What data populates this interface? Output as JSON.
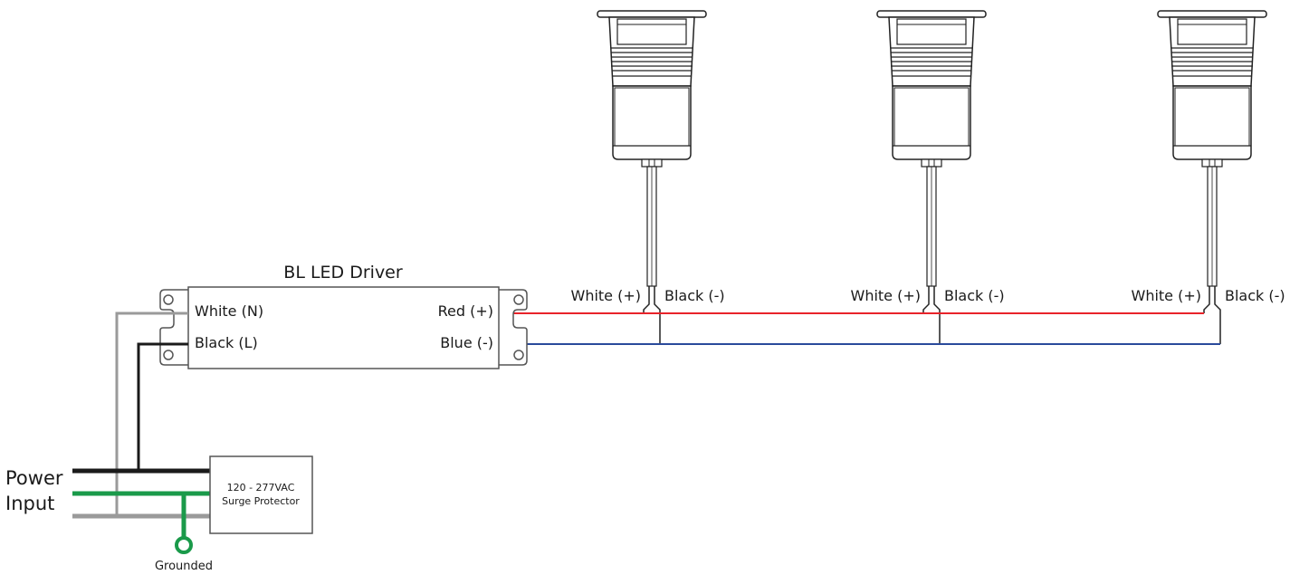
{
  "driver": {
    "title": "BL LED Driver",
    "white_label": "White (N)",
    "black_label": "Black (L)",
    "red_label": "Red (+)",
    "blue_label": "Blue (-)"
  },
  "lights": [
    {
      "white_label": "White (+)",
      "black_label": "Black (-)"
    },
    {
      "white_label": "White (+)",
      "black_label": "Black (-)"
    },
    {
      "white_label": "White (+)",
      "black_label": "Black (-)"
    }
  ],
  "surge": {
    "line1": "120 - 277VAC",
    "line2": "Surge Protector"
  },
  "power": {
    "line1": "Power",
    "line2": "Input"
  },
  "ground": {
    "label": "Grounded"
  },
  "colors": {
    "red_wire": "#e8232a",
    "blue_wire": "#2a4a9b",
    "black_wire": "#1a1a1a",
    "gray_wire": "#9a9a9a",
    "green_wire": "#1a9a4a",
    "outline": "#555555"
  }
}
